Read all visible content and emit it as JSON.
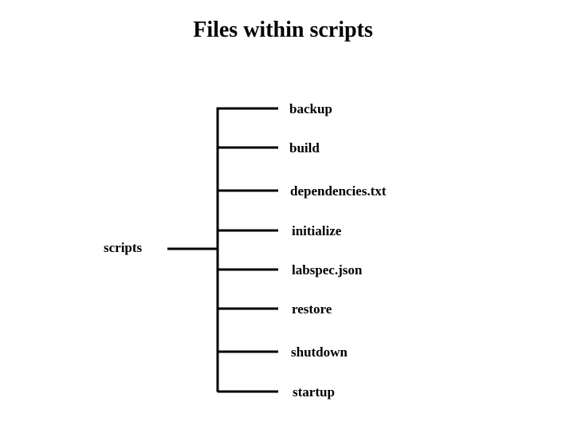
{
  "title": "Files within scripts",
  "root": {
    "label": "scripts"
  },
  "children": [
    {
      "label": "backup"
    },
    {
      "label": "build"
    },
    {
      "label": "dependencies.txt"
    },
    {
      "label": "initialize"
    },
    {
      "label": "labspec.json"
    },
    {
      "label": "restore"
    },
    {
      "label": "shutdown"
    },
    {
      "label": "startup"
    }
  ],
  "colors": {
    "line": "#000000",
    "text": "#000000",
    "background": "#ffffff"
  }
}
